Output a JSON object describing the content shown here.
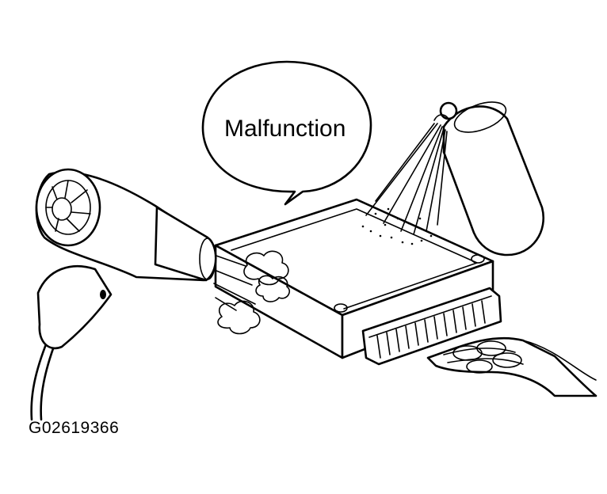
{
  "callout": {
    "text": "Malfunction"
  },
  "figure_code": "G02619366",
  "illustration": {
    "items": [
      "hair-dryer-icon",
      "ecu-box",
      "wire-harness-connector",
      "spray-can-icon",
      "speech-bubble"
    ]
  }
}
